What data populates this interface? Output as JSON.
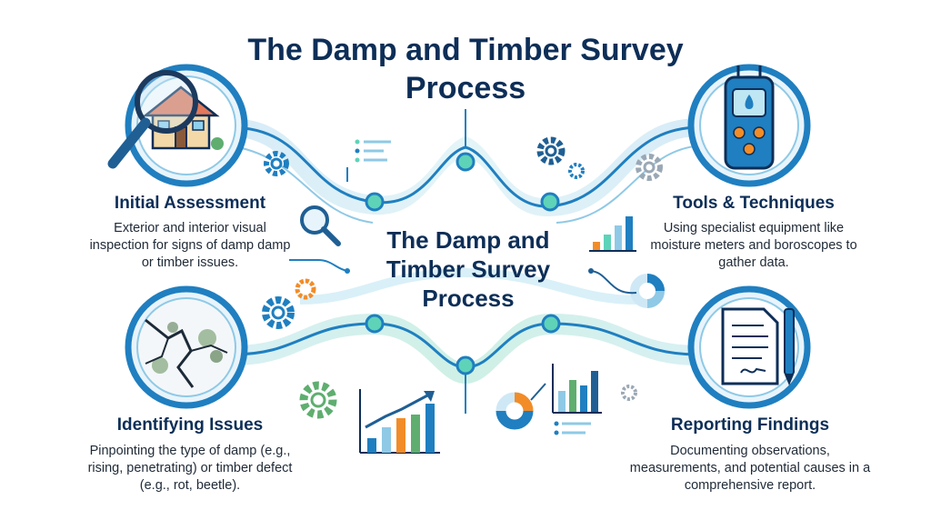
{
  "title": "The Damp and Timber Survey Process",
  "center_title": "The Damp and Timber Survey Process",
  "steps": [
    {
      "id": "initial-assessment",
      "title": "Initial Assessment",
      "description": "Exterior and interior visual inspection for signs of damp damp or timber issues.",
      "icon": "magnifier-house-icon"
    },
    {
      "id": "tools-techniques",
      "title": "Tools & Techniques",
      "description": "Using specialist equipment like moisture meters and boroscopes to gather data.",
      "icon": "moisture-meter-icon"
    },
    {
      "id": "identifying-issues",
      "title": "Identifying Issues",
      "description": "Pinpointing the type of damp (e.g., rising, penetrating) or timber defect (e.g., rot, beetle).",
      "icon": "cracked-wall-icon"
    },
    {
      "id": "reporting-findings",
      "title": "Reporting Findings",
      "description": "Documenting observations, measurements, and potential causes in a comprehensive report.",
      "icon": "report-document-icon"
    }
  ],
  "colors": {
    "navy": "#0d2e57",
    "blue": "#1f7fc0",
    "light_blue": "#cfe8f6",
    "teal": "#5fd3b8",
    "orange": "#f28c28",
    "green": "#5fae6f"
  }
}
